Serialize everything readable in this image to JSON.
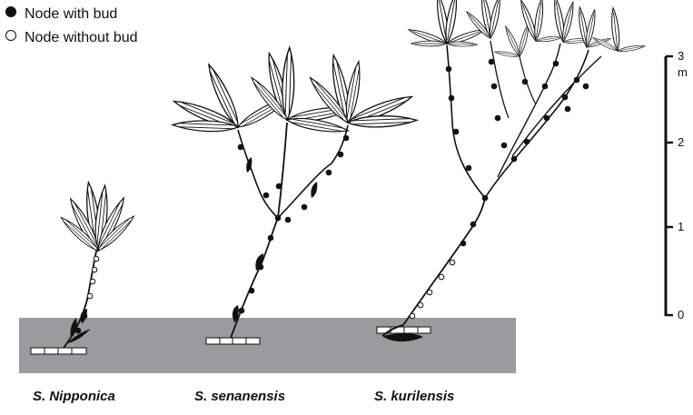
{
  "legend": {
    "with_bud": "Node with bud",
    "without_bud": "Node without bud"
  },
  "species": [
    {
      "name": "S. Nipponica"
    },
    {
      "name": "S. senanensis"
    },
    {
      "name": "S. kurilensis"
    }
  ],
  "scale": {
    "ticks": [
      "3",
      "2",
      "1",
      "0"
    ],
    "unit": "m"
  },
  "colors": {
    "ground": "#9b9b9d",
    "ink": "#111111",
    "leaf_fill": "#ffffff"
  }
}
